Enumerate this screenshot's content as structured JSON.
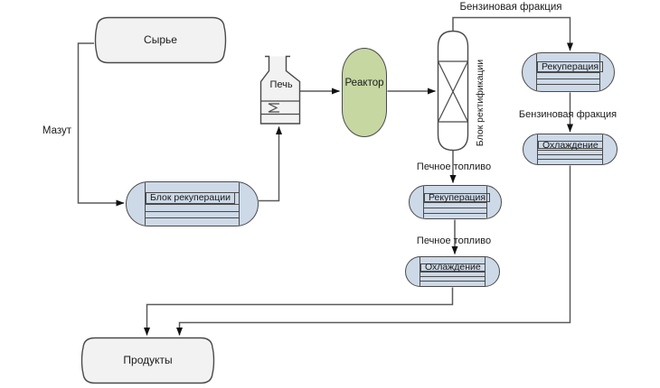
{
  "diagram_type": "process-flow",
  "colors": {
    "vessel_fill": "#f2f2f2",
    "exchanger_fill": "#cdd9e7",
    "reactor_fill": "#c6d7a2",
    "connector": "#5a5a5a",
    "shape_border": "#4a4a4a",
    "arrow": "#111111"
  },
  "nodes": {
    "feed_tank": {
      "label": "Сырье",
      "type": "tank"
    },
    "recuperation_block": {
      "label": "Блок рекуперации",
      "type": "heat-exchanger"
    },
    "furnace": {
      "label": "Печь",
      "type": "furnace"
    },
    "reactor": {
      "label": "Реактор",
      "type": "reactor"
    },
    "rectification_column": {
      "label": "Блок ректификации",
      "type": "column"
    },
    "recuperation_right": {
      "label": "Рекуперация",
      "type": "heat-exchanger"
    },
    "cooling_right": {
      "label": "Охлаждение",
      "type": "heat-exchanger"
    },
    "recuperation_middle": {
      "label": "Рекуперация",
      "type": "heat-exchanger"
    },
    "cooling_middle": {
      "label": "Охлаждение",
      "type": "heat-exchanger"
    },
    "products_tank": {
      "label": "Продукты",
      "type": "tank"
    }
  },
  "stream_labels": {
    "mazut": "Мазут",
    "gasoline_fraction_top": "Бензиновая фракция",
    "gasoline_fraction_right": "Бензиновая фракция",
    "furnace_fuel_upper": "Печное топливо",
    "furnace_fuel_lower": "Печное топливо"
  }
}
